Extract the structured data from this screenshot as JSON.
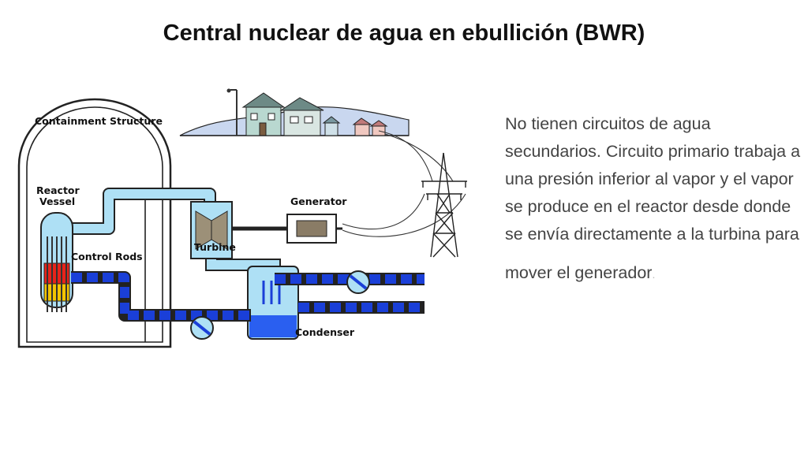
{
  "title": "Central nuclear de agua en ebullición (BWR)",
  "diagram": {
    "labels": {
      "containment": "Containment Structure",
      "reactor_line1": "Reactor",
      "reactor_line2": "Vessel",
      "control_rods": "Control Rods",
      "generator": "Generator",
      "turbine": "Turbine",
      "condenser": "Condenser"
    },
    "colors": {
      "steam": "#aee0f5",
      "water": "#1a3fd8",
      "core_hot": "#e8231a",
      "core_warm": "#f4c400",
      "building": "#ffffff",
      "sky": "#c9d7ef"
    }
  },
  "text": {
    "paragraph": "No tienen circuitos de agua secundarios. Circuito primario trabaja a una presión inferior al vapor y el vapor se produce en el reactor desde donde se envía directamente a la turbina para",
    "last_line": "mover el generador",
    "last_mark": "."
  }
}
